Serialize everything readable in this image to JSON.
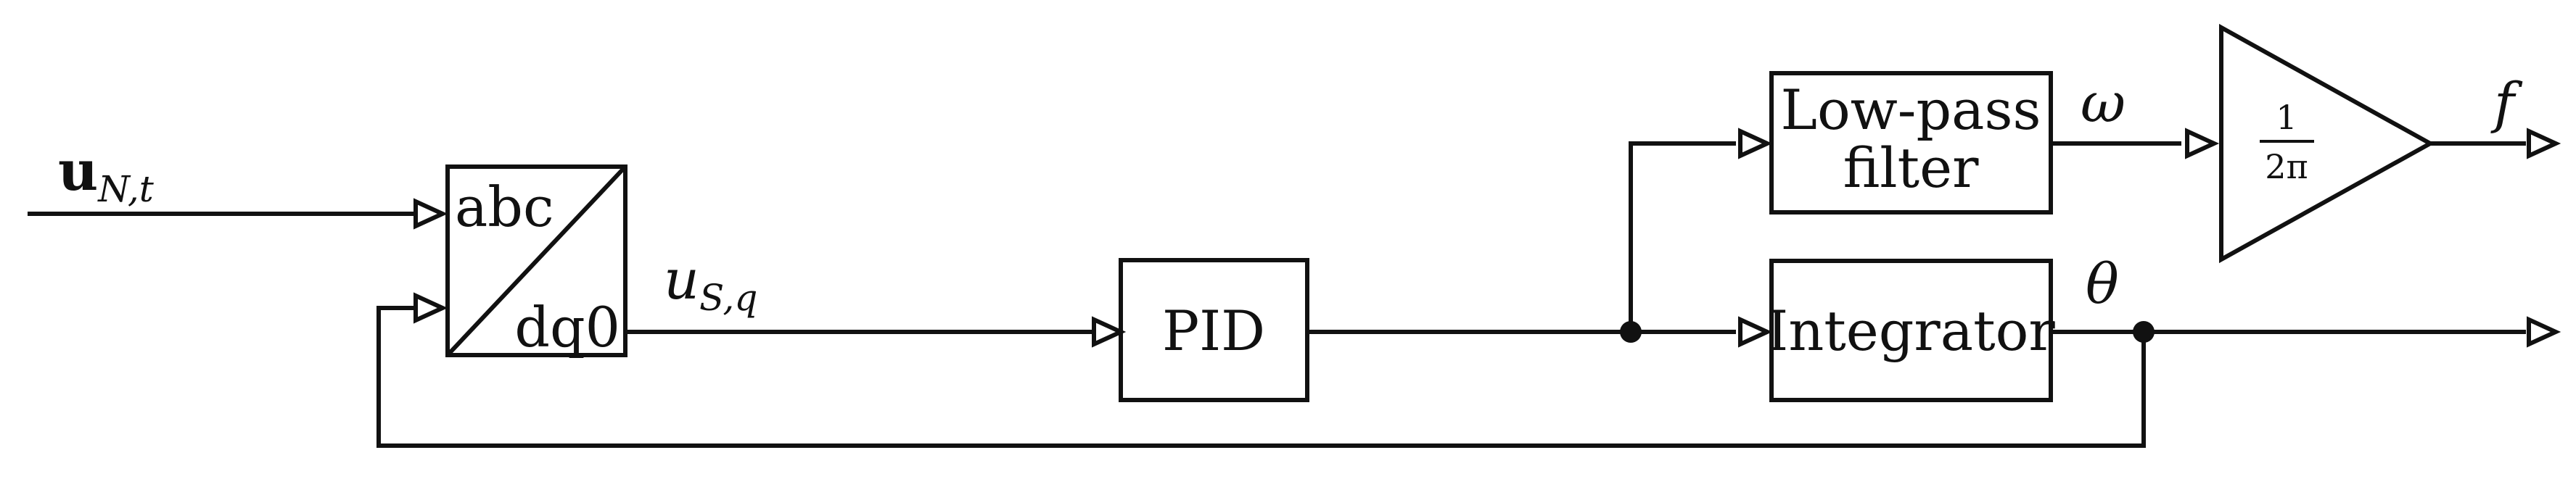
{
  "signals": {
    "input_main": "u",
    "input_sub": "N,t",
    "usq_main": "u",
    "usq_sub": "S,q",
    "omega": "ω",
    "theta": "θ",
    "f": "f"
  },
  "blocks": {
    "transform_top": "abc",
    "transform_bottom": "dq0",
    "pid": "PID",
    "lowpass_line1": "Low-pass",
    "lowpass_line2": "filter",
    "integrator": "Integrator",
    "gain_num": "1",
    "gain_den": "2π"
  }
}
